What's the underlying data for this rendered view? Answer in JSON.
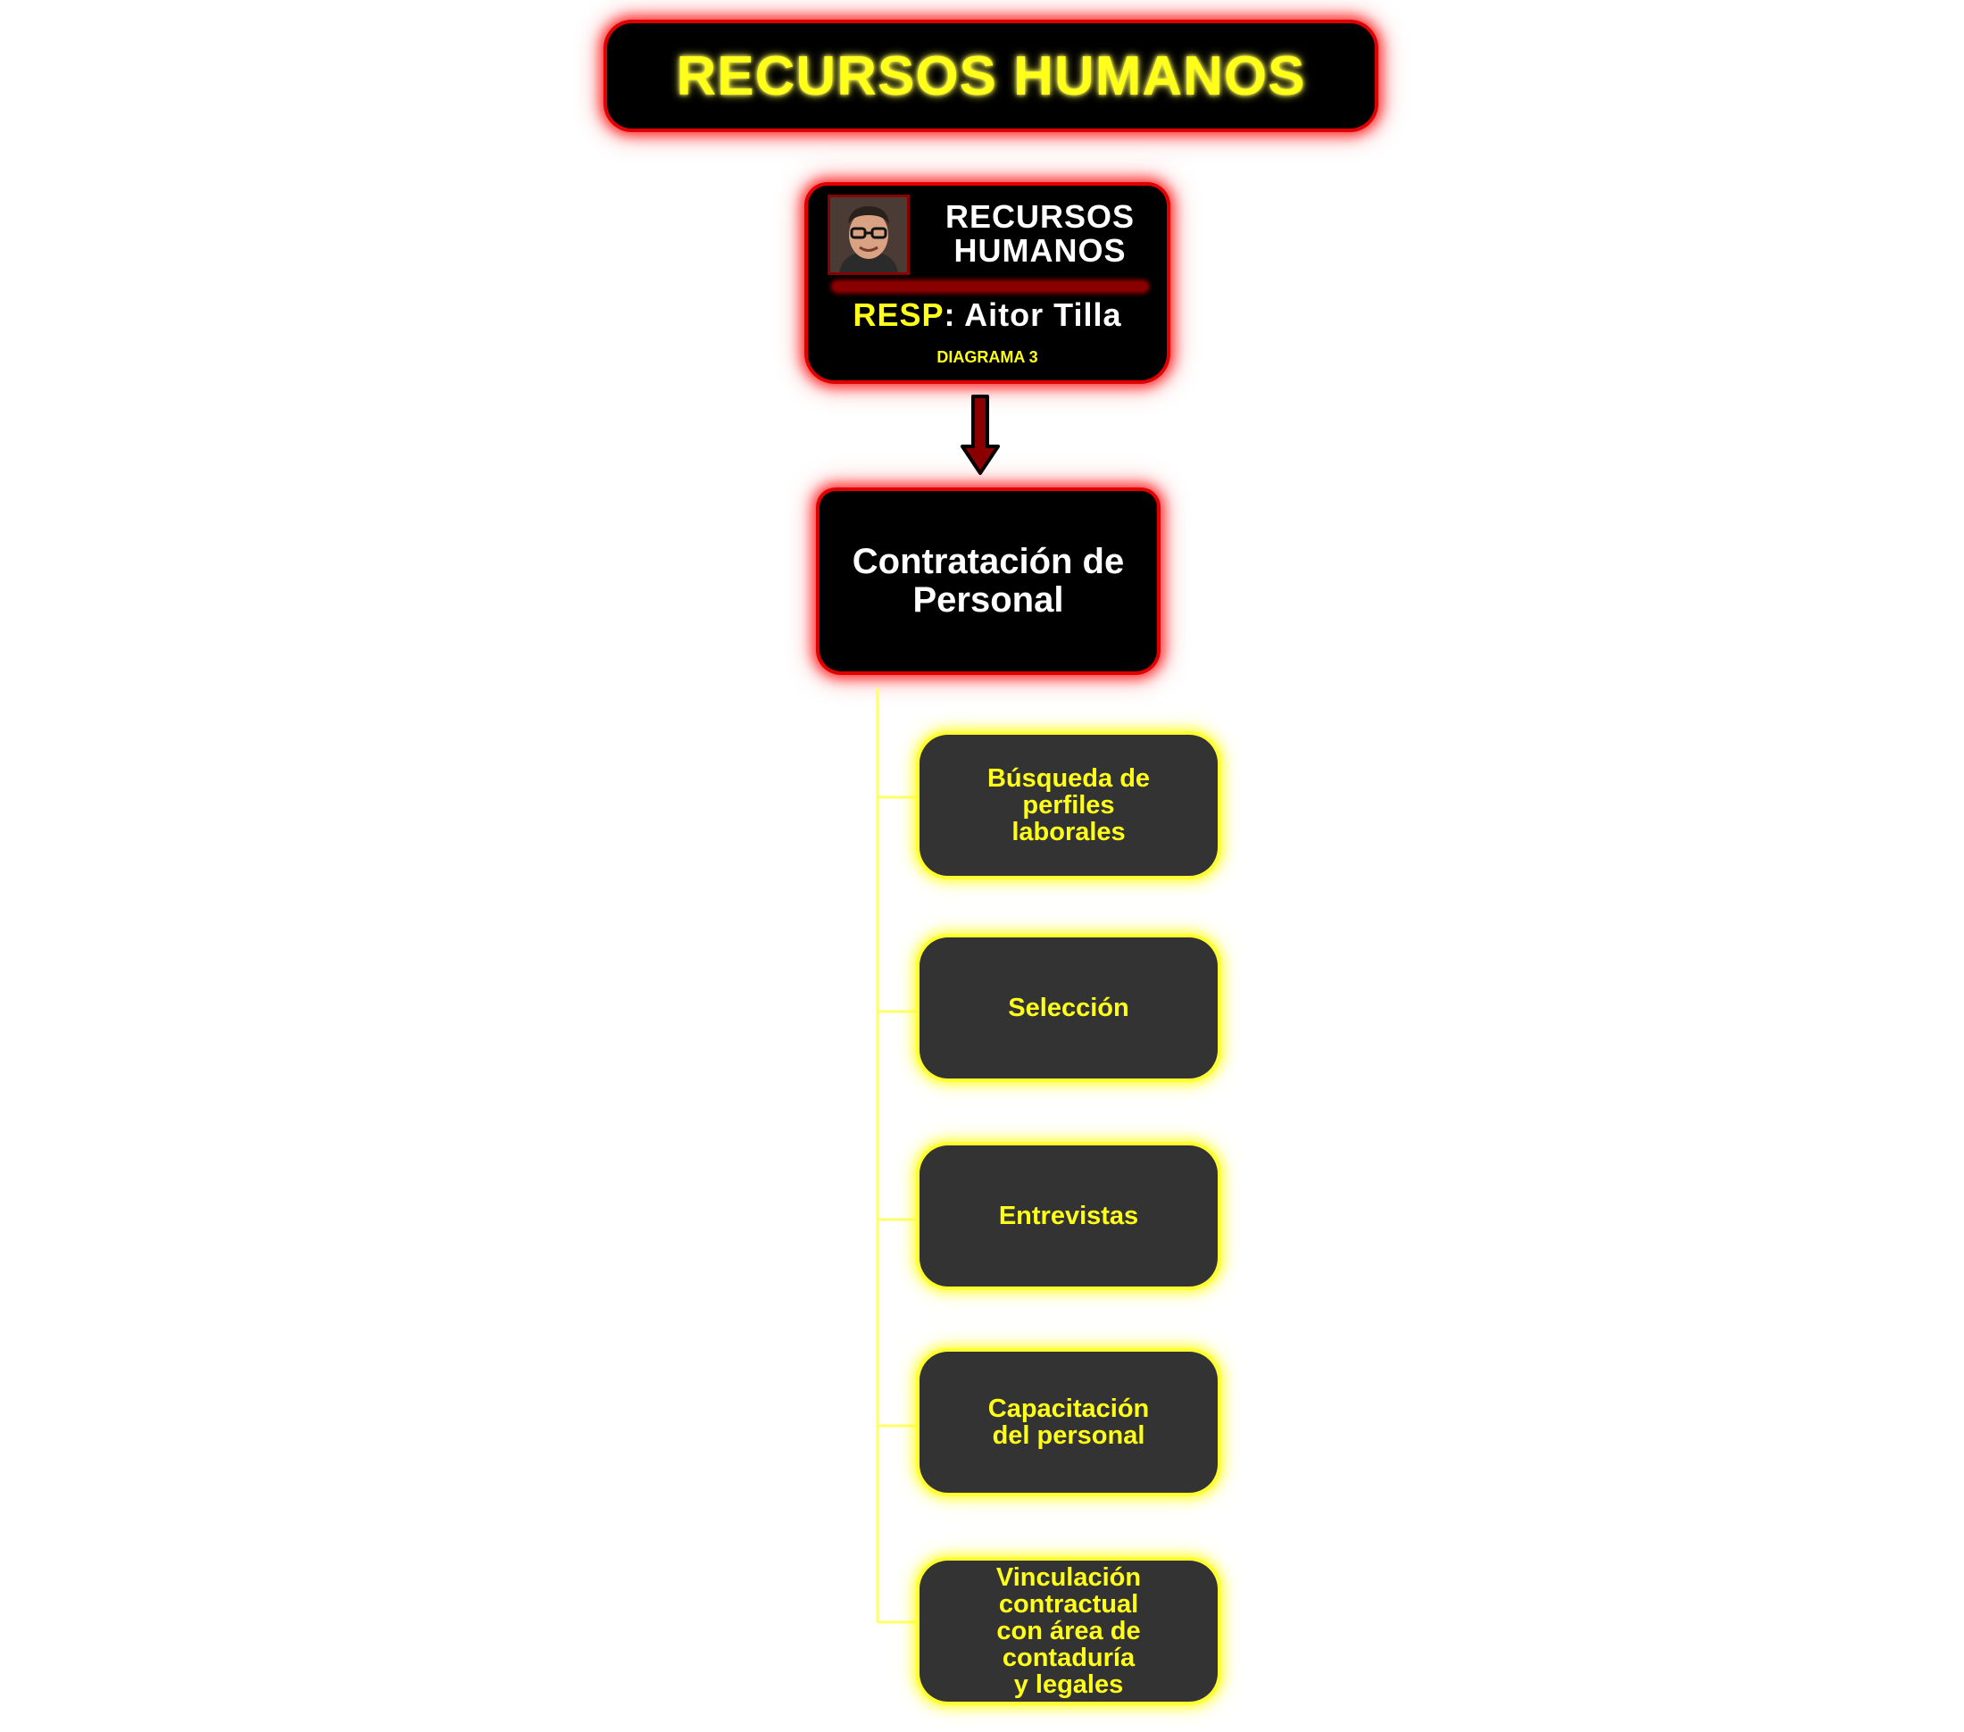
{
  "title": "RECURSOS HUMANOS",
  "card": {
    "title_line1": "RECURSOS",
    "title_line2": "HUMANOS",
    "resp_label": "RESP",
    "resp_sep": ": ",
    "resp_name": "Aitor Tilla",
    "diagram": "DIAGRAMA 3"
  },
  "main": {
    "line1": "Contratación de",
    "line2": "Personal"
  },
  "steps": [
    {
      "label": "Búsqueda de\nperfiles\nlaborales"
    },
    {
      "label": "Selección"
    },
    {
      "label": "Entrevistas"
    },
    {
      "label": "Capacitación\ndel personal"
    },
    {
      "label": "Vinculación\ncontractual\ncon área de\ncontaduría\ny legales"
    }
  ],
  "colors": {
    "title_glow": "#e00000",
    "title_text": "#ffff1a",
    "step_fill": "#333333",
    "step_glow": "#ffff33",
    "arrow": "#8a0000"
  }
}
